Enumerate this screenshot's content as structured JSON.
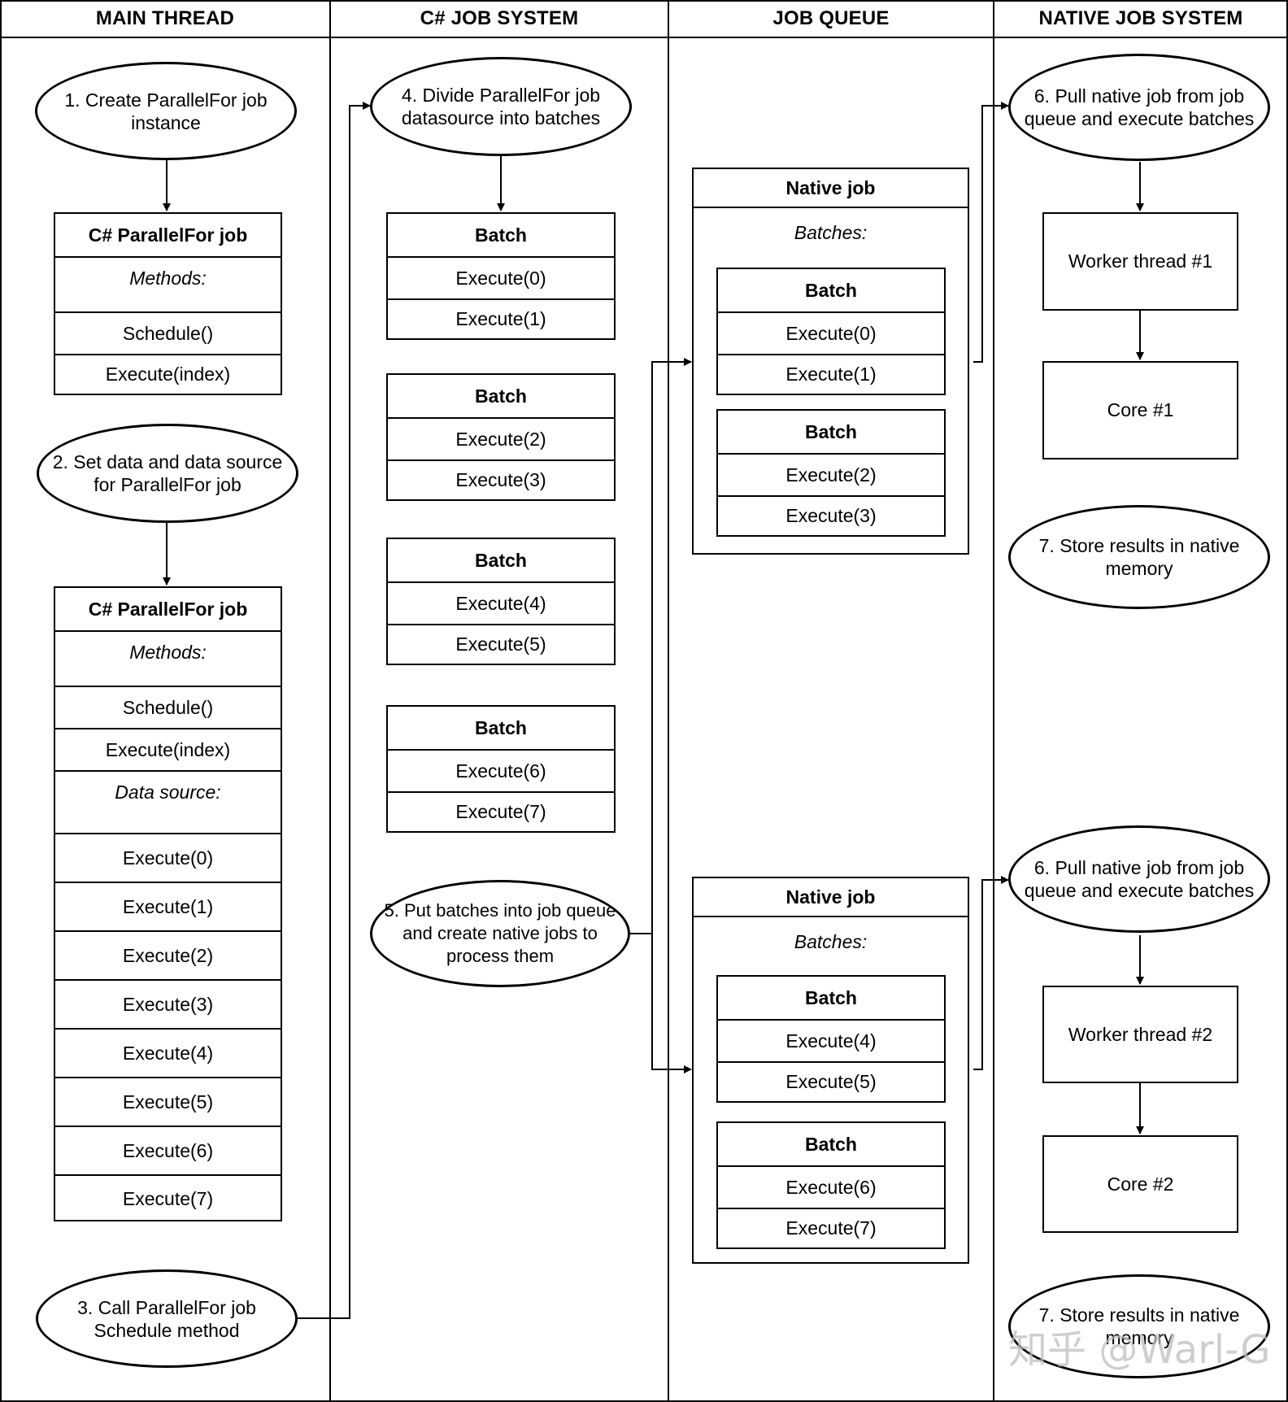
{
  "lanes": {
    "main_thread": "MAIN THREAD",
    "cs_job_system": "C# JOB SYSTEM",
    "job_queue": "JOB QUEUE",
    "native_job_system": "NATIVE JOB SYSTEM"
  },
  "main": {
    "step1": "1. Create ParallelFor job instance",
    "job1": {
      "title": "C# ParallelFor job",
      "methods_label": "Methods:",
      "schedule": "Schedule()",
      "execute": "Execute(index)"
    },
    "step2": "2. Set data and data source for ParallelFor job",
    "job2": {
      "title": "C# ParallelFor job",
      "methods_label": "Methods:",
      "schedule": "Schedule()",
      "execute": "Execute(index)",
      "data_source_label": "Data source:",
      "items": [
        "Execute(0)",
        "Execute(1)",
        "Execute(2)",
        "Execute(3)",
        "Execute(4)",
        "Execute(5)",
        "Execute(6)",
        "Execute(7)"
      ]
    },
    "step3": "3. Call ParallelFor job Schedule method"
  },
  "cs": {
    "step4": "4. Divide ParallelFor job datasource into batches",
    "batches": [
      {
        "title": "Batch",
        "items": [
          "Execute(0)",
          "Execute(1)"
        ]
      },
      {
        "title": "Batch",
        "items": [
          "Execute(2)",
          "Execute(3)"
        ]
      },
      {
        "title": "Batch",
        "items": [
          "Execute(4)",
          "Execute(5)"
        ]
      },
      {
        "title": "Batch",
        "items": [
          "Execute(6)",
          "Execute(7)"
        ]
      }
    ],
    "step5": "5. Put batches into job queue and create native jobs to process them"
  },
  "queue": {
    "jobs": [
      {
        "title": "Native job",
        "batches_label": "Batches:",
        "batches": [
          {
            "title": "Batch",
            "items": [
              "Execute(0)",
              "Execute(1)"
            ]
          },
          {
            "title": "Batch",
            "items": [
              "Execute(2)",
              "Execute(3)"
            ]
          }
        ]
      },
      {
        "title": "Native job",
        "batches_label": "Batches:",
        "batches": [
          {
            "title": "Batch",
            "items": [
              "Execute(4)",
              "Execute(5)"
            ]
          },
          {
            "title": "Batch",
            "items": [
              "Execute(6)",
              "Execute(7)"
            ]
          }
        ]
      }
    ]
  },
  "native": {
    "groups": [
      {
        "pull": "6. Pull native job from job queue and execute batches",
        "worker": "Worker thread #1",
        "core": "Core #1",
        "store": "7. Store results in native memory"
      },
      {
        "pull": "6. Pull native job from job queue and execute batches",
        "worker": "Worker thread #2",
        "core": "Core #2",
        "store": "7. Store results in native memory"
      }
    ]
  },
  "watermark": "知乎 @Warl-G"
}
